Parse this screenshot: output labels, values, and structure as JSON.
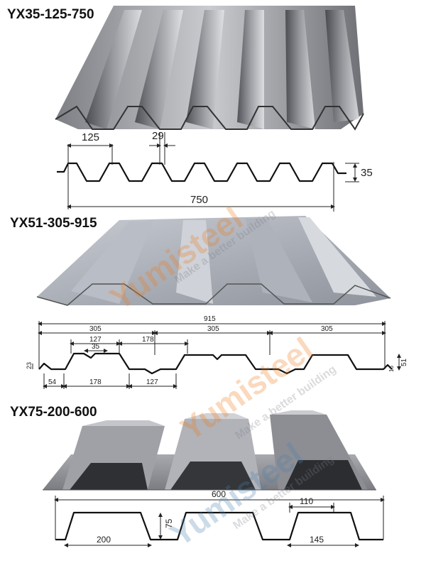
{
  "sections": [
    {
      "title": "YX35-125-750",
      "dims": {
        "pitch": "125",
        "crest": "29",
        "height": "35",
        "width": "750"
      }
    },
    {
      "title": "YX51-305-915",
      "dims": {
        "overall": "915",
        "span1": "305",
        "span2": "305",
        "span3": "305",
        "top1": "127",
        "top2": "178",
        "rib": "35",
        "edge_h": "23",
        "height": "51",
        "lap_h": "16",
        "bot1": "54",
        "bot2": "178",
        "bot3": "127"
      }
    },
    {
      "title": "YX75-200-600",
      "dims": {
        "overall": "600",
        "top": "110",
        "height": "75",
        "pitch": "200",
        "bottom": "145"
      }
    }
  ],
  "watermark": {
    "brand": "Yumisteel",
    "tagline": "Make a better building"
  }
}
